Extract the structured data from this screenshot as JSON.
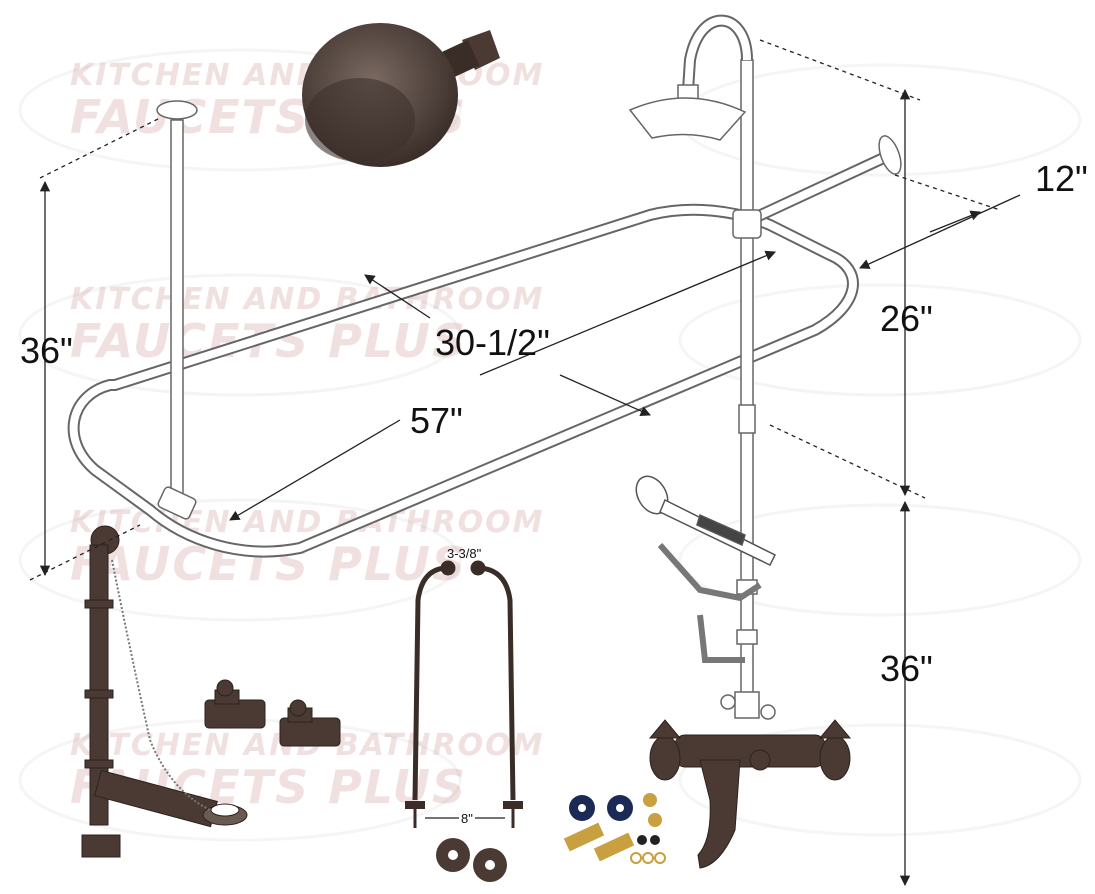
{
  "watermark": {
    "line1": "KITCHEN AND BATHROOM",
    "line2": "FAUCETS PLUS"
  },
  "dimensions": {
    "height_left": "36\"",
    "width": "30-1/2\"",
    "length": "57\"",
    "arm_length": "12\"",
    "riser_upper": "26\"",
    "riser_lower": "36\"",
    "supply_spacing_top": "3-3/8\"",
    "supply_spacing_bottom": "8\""
  },
  "colors": {
    "finish": "#4a3a33",
    "outline": "#6b6b6b",
    "dim_line": "#222222"
  }
}
